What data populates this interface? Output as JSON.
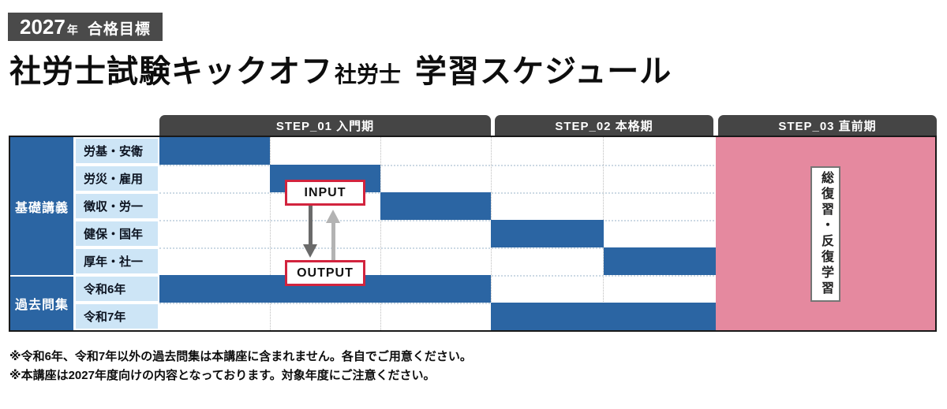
{
  "badge": {
    "year": "2027",
    "year_unit": "年",
    "goal": "合格目標"
  },
  "title": {
    "main": "社労士試験キックオフ",
    "small": "社労士",
    "tail": "学習スケジュール"
  },
  "flow": {
    "input": "INPUT",
    "output": "OUTPUT"
  },
  "notes": [
    "※令和6年、令和7年以外の過去問集は本講座に含まれません。各自でご用意ください。",
    "※本講座は2027年度向けの内容となっております。対象年度にご注意ください。"
  ],
  "colors": {
    "bar_blue": "#2b65a3",
    "row_label_light_blue": "#cde5f6",
    "step_header_gray": "#454545",
    "badge_gray": "#4a4a4a",
    "step3_pink": "#e5899f",
    "flow_box_border_red": "#d2243e",
    "arrow_dark_gray": "#6a6a6a",
    "arrow_light_gray": "#b3b3b3"
  },
  "chart_data": {
    "type": "gantt",
    "title": "2027年 合格目標 社労士試験キックオフ社労士 学習スケジュール",
    "time_axis": {
      "unit": "sub-period (equal columns)",
      "sections": [
        {
          "label": "STEP_01 入門期",
          "units": 3
        },
        {
          "label": "STEP_02 本格期",
          "units": 2
        },
        {
          "label": "STEP_03 直前期",
          "units": 2
        }
      ],
      "total_units": 7,
      "grid": "dotted"
    },
    "groups": [
      {
        "label": "基礎講義",
        "row_indexes": [
          0,
          1,
          2,
          3,
          4
        ]
      },
      {
        "label": "過去問集",
        "row_indexes": [
          5,
          6
        ]
      }
    ],
    "rows": [
      {
        "label": "労基・安衛",
        "group": "基礎講義",
        "bar": {
          "start": 0,
          "end": 1
        }
      },
      {
        "label": "労災・雇用",
        "group": "基礎講義",
        "bar": {
          "start": 1,
          "end": 2
        }
      },
      {
        "label": "徴収・労一",
        "group": "基礎講義",
        "bar": {
          "start": 2,
          "end": 3
        }
      },
      {
        "label": "健保・国年",
        "group": "基礎講義",
        "bar": {
          "start": 3,
          "end": 4
        }
      },
      {
        "label": "厚年・社一",
        "group": "基礎講義",
        "bar": {
          "start": 4,
          "end": 5
        }
      },
      {
        "label": "令和6年",
        "group": "過去問集",
        "bar": {
          "start": 0,
          "end": 3
        }
      },
      {
        "label": "令和7年",
        "group": "過去問集",
        "bar": {
          "start": 3,
          "end": 5
        }
      }
    ],
    "step3_overlay": {
      "label": "総復習・反復学習",
      "start": 5,
      "end": 7,
      "applies_to": "all_rows"
    },
    "annotations": [
      {
        "label": "INPUT",
        "between_rows": [
          1,
          2
        ]
      },
      {
        "label": "OUTPUT",
        "over_row": 5
      },
      {
        "arrows": "INPUT⇄OUTPUT (down: dark gray, up: light gray)"
      }
    ]
  }
}
